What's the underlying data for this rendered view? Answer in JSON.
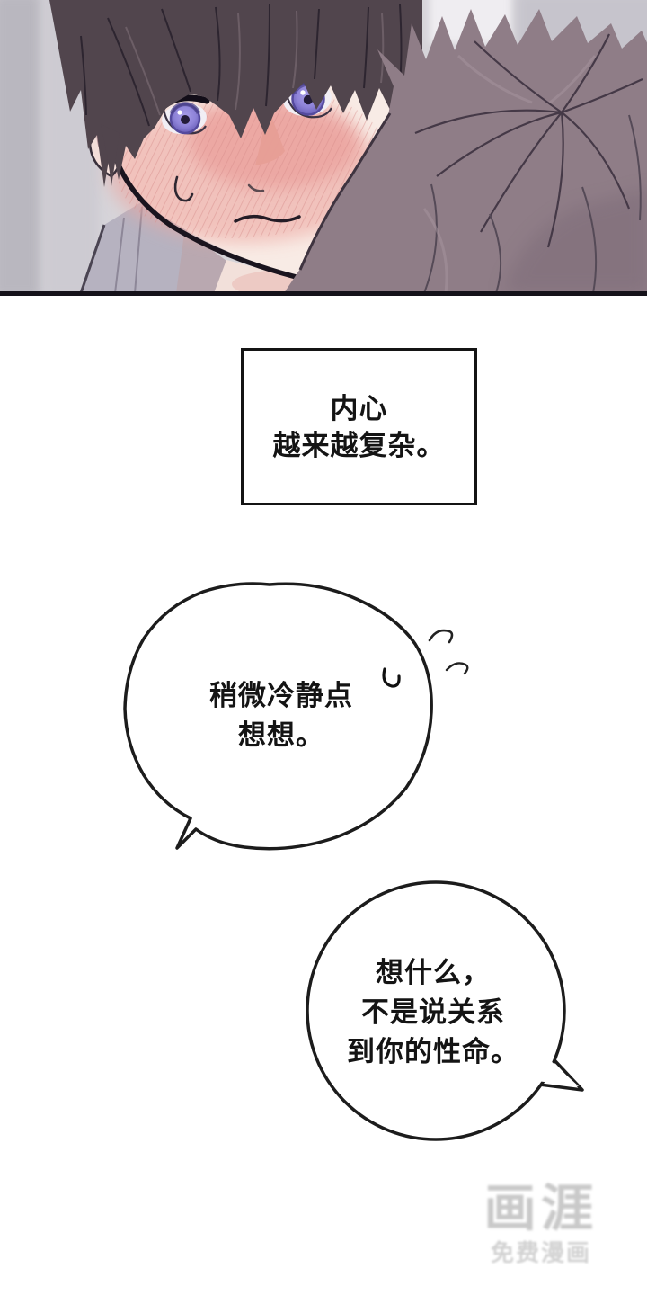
{
  "panel": {
    "description": "close-up of blushing dark-haired character with violet eyes looking over the shoulder/head of a mauve-haired character seen from behind",
    "colors": {
      "background_gray": "#d6d4d9",
      "window_light": "#efedf1",
      "main_hair": "#51454d",
      "skin": "#f8ebe5",
      "blush": "#eda7a1",
      "iris": "#8e83d8",
      "iris_ring": "#554a9e",
      "foreground_hair": "#8f7d87",
      "foreground_hair_line": "#453947",
      "collar_dark": "#191423",
      "shirt_gray": "#b6b2c0",
      "panel_border": "#15121a"
    }
  },
  "narration": {
    "lines": [
      "内心",
      "越来越复杂。"
    ]
  },
  "bubbles": [
    {
      "shape": "cloud",
      "lines": [
        "稍微冷静点",
        "想想。"
      ]
    },
    {
      "shape": "round",
      "lines": [
        "想什么，",
        "不是说关系",
        "到你的性命。"
      ]
    }
  ],
  "watermark": {
    "logo": "画涯",
    "tagline": "免费漫画",
    "color": "#cccccc"
  },
  "ink": {
    "outline": "#1c1c1c",
    "text": "#141414"
  }
}
